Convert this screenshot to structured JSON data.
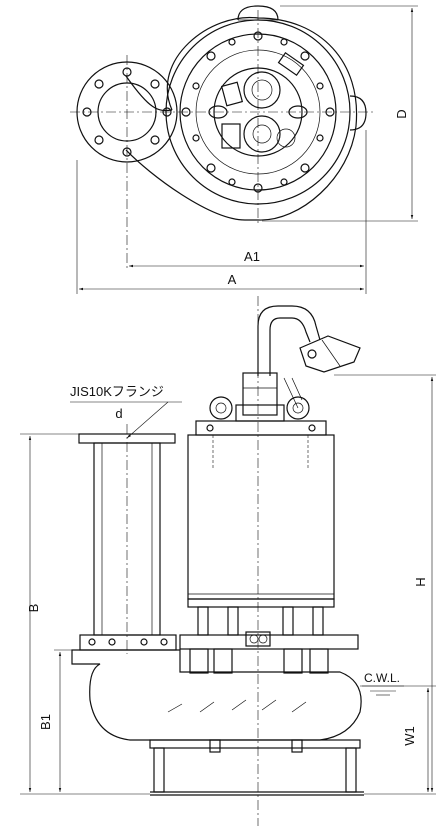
{
  "dimensions": {
    "A": "A",
    "A1": "A1",
    "D": "D",
    "H": "H",
    "B": "B",
    "B1": "B1",
    "W1": "W1",
    "d": "d"
  },
  "annotations": {
    "flange": "JIS10Kフランジ",
    "cwl": "C.W.L."
  }
}
